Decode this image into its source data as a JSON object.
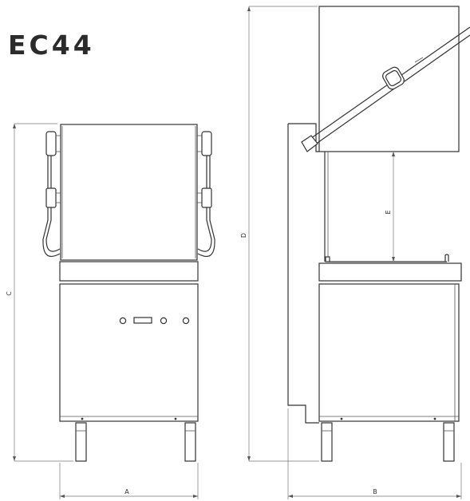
{
  "model": "EC44",
  "dimensions": {
    "a": "A",
    "b": "B",
    "c": "C",
    "d": "D",
    "e": "E"
  }
}
